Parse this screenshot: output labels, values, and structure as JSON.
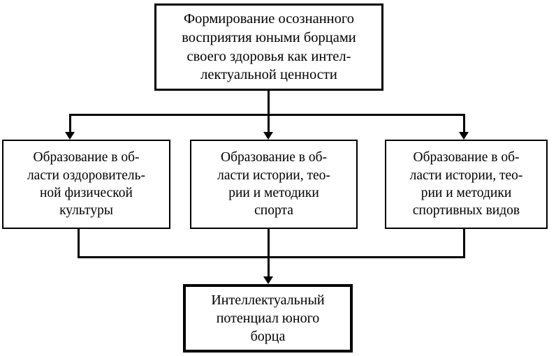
{
  "diagram": {
    "title": "Формирование осознанного восприятия юными борцами своего здоровья как интеллектуальной ценности",
    "type": "flowchart",
    "language": "ru",
    "colors": {
      "background": "#ffffff",
      "stroke": "#000000",
      "text": "#000000"
    },
    "nodes": {
      "top": {
        "id": "node-top",
        "text": "Формирование осознанного\nвосприятия юными борцами\nсвоего здоровья как интел-\nлектуальной ценности"
      },
      "mid_left": {
        "id": "node-mid-left",
        "text": "Образование в об-\nласти оздоровитель-\nной физической\nкультуры"
      },
      "mid_center": {
        "id": "node-mid-center",
        "text": "Образование в об-\nласти истории, тео-\nрии и методики\nспорта"
      },
      "mid_right": {
        "id": "node-mid-right",
        "text": "Образование в об-\nласти истории, тео-\nрии и методики\nспортивных видов"
      },
      "bottom": {
        "id": "node-bottom",
        "text": "Интеллектуальный\nпотенциал юного\nборца"
      }
    },
    "edges": [
      {
        "from": "top",
        "to": "mid_left",
        "style": "orthogonal-arrow"
      },
      {
        "from": "top",
        "to": "mid_center",
        "style": "orthogonal-arrow"
      },
      {
        "from": "top",
        "to": "mid_right",
        "style": "orthogonal-arrow"
      },
      {
        "from": "mid_left",
        "to": "bottom",
        "style": "orthogonal-merge"
      },
      {
        "from": "mid_center",
        "to": "bottom",
        "style": "orthogonal-merge"
      },
      {
        "from": "mid_right",
        "to": "bottom",
        "style": "orthogonal-merge"
      }
    ]
  }
}
